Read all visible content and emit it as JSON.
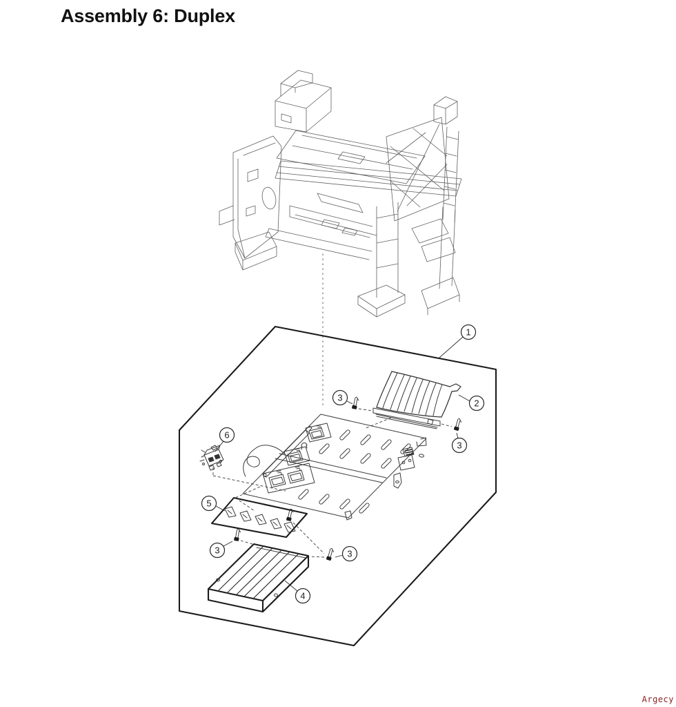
{
  "page": {
    "title": "Assembly 6: Duplex",
    "watermark": "Argecy"
  },
  "diagram": {
    "figure": "exploded-view-of-duplex-assembly-below-printer-chassis",
    "callouts": [
      {
        "id": "1",
        "label": "1"
      },
      {
        "id": "2",
        "label": "2"
      },
      {
        "id": "3a",
        "label": "3"
      },
      {
        "id": "3b",
        "label": "3"
      },
      {
        "id": "3c",
        "label": "3"
      },
      {
        "id": "3d",
        "label": "3"
      },
      {
        "id": "4",
        "label": "4"
      },
      {
        "id": "5",
        "label": "5"
      },
      {
        "id": "6",
        "label": "6"
      }
    ]
  },
  "colors": {
    "background": "#ffffff",
    "line_thin": "#5f5f5f",
    "line_part": "#3a3a3a",
    "line_bold": "#1b1b1b",
    "watermark": "#8b2424",
    "title_text": "#111111"
  }
}
